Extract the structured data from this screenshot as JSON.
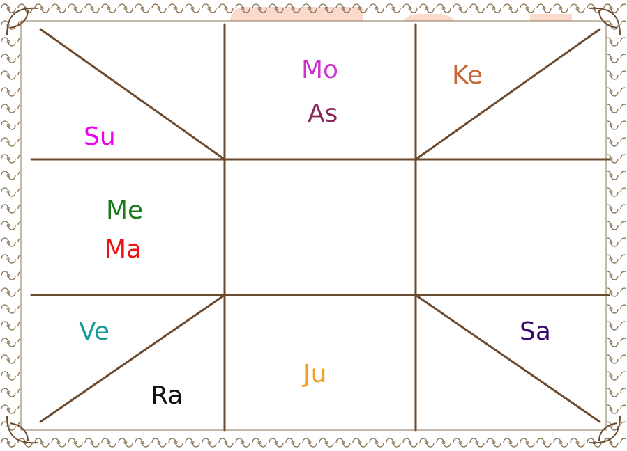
{
  "chart": {
    "houses": {
      "top_middle": [
        "Mo",
        "As"
      ],
      "top_right": [
        "Ke"
      ],
      "top_left": [
        "Su"
      ],
      "middle_left": [
        "Me",
        "Ma"
      ],
      "bottom_left_upper": [
        "Ve"
      ],
      "bottom_left_lower": [
        "Ra"
      ],
      "bottom_middle": [
        "Ju"
      ],
      "bottom_right": [
        "Sa"
      ]
    }
  },
  "colors": {
    "line": "#6b4a2e",
    "border": "#8b7355",
    "watermark": "#fbd9cc",
    "Mo": "#cc33cc",
    "As": "#8b2a5a",
    "Ke": "#c8663a",
    "Su": "#ee00ee",
    "Me": "#1a7a1a",
    "Ma": "#ee1111",
    "Ve": "#159a9a",
    "Ra": "#111111",
    "Ju": "#f0a020",
    "Sa": "#3a0a6a"
  }
}
